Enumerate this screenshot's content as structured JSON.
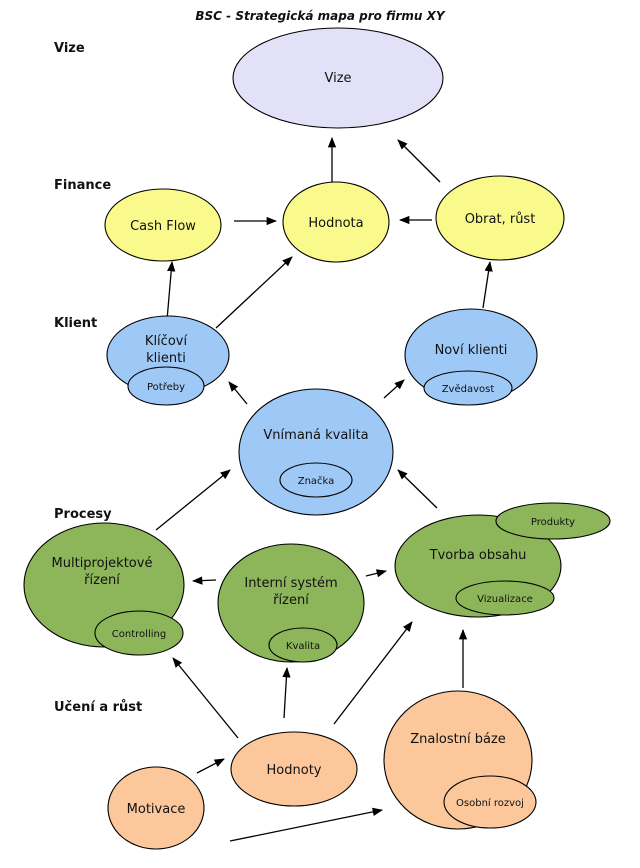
{
  "title": "BSC - Strategická mapa pro firmu XY",
  "colors": {
    "vision": "#e3e1f7",
    "finance": "#fafa8c",
    "client": "#9ec8f5",
    "process": "#8db65a",
    "learning": "#fbc79b"
  },
  "lanes": {
    "vize": "Vize",
    "finance": "Finance",
    "klient": "Klient",
    "procesy": "Procesy",
    "uceni": "Učení a růst"
  },
  "nodes": {
    "vize": "Vize",
    "cashflow": "Cash Flow",
    "hodnota": "Hodnota",
    "obrat": "Obrat, růst",
    "klicovi_1": "Klíčoví",
    "klicovi_2": "klienti",
    "potreby": "Potřeby",
    "novi": "Noví klienti",
    "zvedavost": "Zvědavost",
    "vnimana": "Vnímaná kvalita",
    "znacka": "Značka",
    "multi_1": "Multiprojektové",
    "multi_2": "řízení",
    "controlling": "Controlling",
    "interni_1": "Interní systém",
    "interni_2": "řízení",
    "kvalita": "Kvalita",
    "tvorba": "Tvorba obsahu",
    "produkty": "Produkty",
    "vizualizace": "Vizualizace",
    "znalostni": "Znalostní báze",
    "osobni": "Osobní rozvoj",
    "hodnoty": "Hodnoty",
    "motivace": "Motivace"
  }
}
